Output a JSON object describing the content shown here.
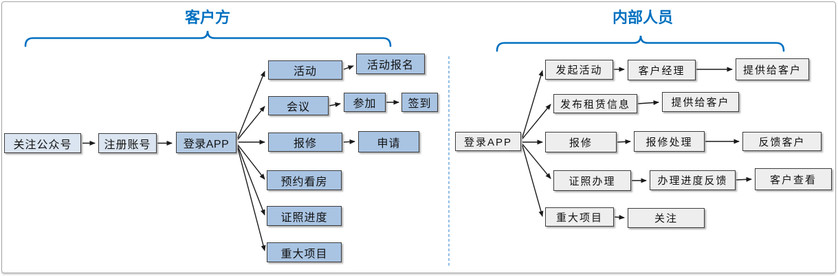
{
  "section_left": {
    "title": "客户方",
    "chain": [
      "关注公众号",
      "注册账号",
      "登录APP"
    ],
    "branches": [
      {
        "steps": [
          "活动",
          "活动报名"
        ]
      },
      {
        "steps": [
          "会议",
          "参加",
          "签到"
        ]
      },
      {
        "steps": [
          "报修",
          "申请"
        ]
      },
      {
        "steps": [
          "预约看房"
        ]
      },
      {
        "steps": [
          "证照进度"
        ]
      },
      {
        "steps": [
          "重大项目"
        ]
      }
    ]
  },
  "section_right": {
    "title": "内部人员",
    "root": "登录APP",
    "branches": [
      {
        "steps": [
          "发起活动",
          "客户经理",
          "提供给客户"
        ]
      },
      {
        "steps": [
          "发布租赁信息",
          "提供给客户"
        ]
      },
      {
        "steps": [
          "报修",
          "报修处理",
          "反馈客户"
        ]
      },
      {
        "steps": [
          "证照办理",
          "办理进度反馈",
          "客户查看"
        ]
      },
      {
        "steps": [
          "重大项目",
          "关注"
        ]
      }
    ]
  },
  "colors": {
    "accent_blue": "#0070c0",
    "node_blue_fill": "#a9c4e3",
    "node_light_fill": "#dbe5f1",
    "node_login_fill": "#b3cae4",
    "node_gray_fill": "#eeeeee",
    "node_border": "#3d3d3d",
    "divider_blue": "#5b9bd5",
    "arrow_black": "#1a1a1a",
    "frame_border": "#a6a6a6"
  }
}
